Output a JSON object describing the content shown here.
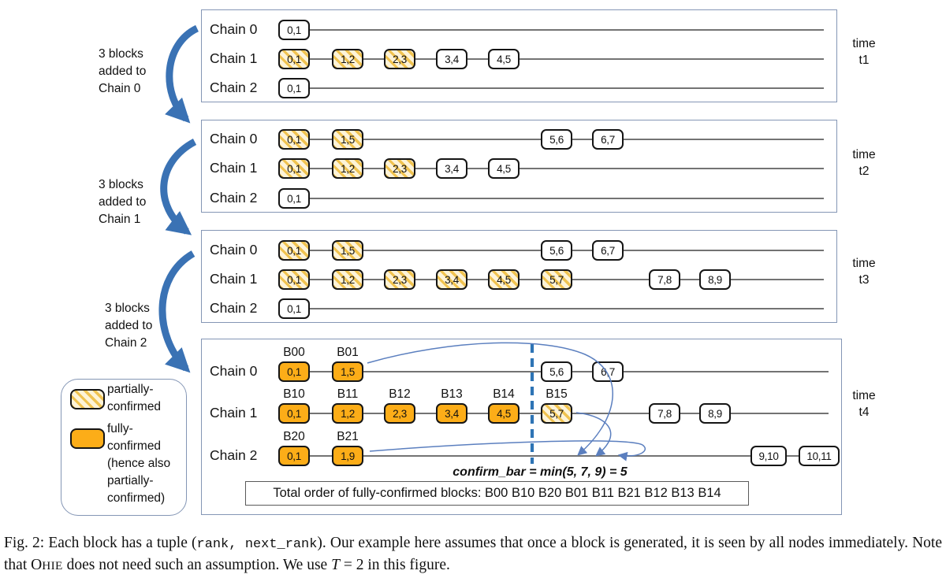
{
  "colors": {
    "solid_block": "#FCAD18",
    "hatch_stripe": "#F0C351",
    "hatch_bg": "#FDF3D8",
    "panel_border": "#8496B5",
    "arrow_blue": "#3A72B4",
    "thin_curve": "#5B7FBF",
    "dashed_line": "#2E74B5"
  },
  "figure": {
    "side_labels": [
      {
        "lines": [
          "3 blocks",
          "added to",
          "Chain 0"
        ]
      },
      {
        "lines": [
          "3 blocks",
          "added to",
          "Chain 1"
        ]
      },
      {
        "lines": [
          "3 blocks",
          "added to",
          "Chain 2"
        ]
      }
    ],
    "legend": {
      "items": [
        {
          "swatch": "partially-confirmed",
          "style": "hatched",
          "lines": [
            "partially-",
            "confirmed"
          ]
        },
        {
          "swatch": "fully-confirmed",
          "style": "solid",
          "lines": [
            "fully-",
            "confirmed",
            "(hence also",
            "partially-",
            "confirmed)"
          ]
        }
      ]
    },
    "panels": [
      {
        "id": "t1",
        "time_label": {
          "lines": [
            "time",
            "t1"
          ]
        },
        "chains": [
          {
            "label": "Chain 0",
            "blocks": [
              {
                "text": "0,1",
                "style": "plain",
                "col": 0
              }
            ]
          },
          {
            "label": "Chain 1",
            "blocks": [
              {
                "text": "0,1",
                "style": "hatched",
                "col": 0
              },
              {
                "text": "1,2",
                "style": "hatched",
                "col": 1
              },
              {
                "text": "2,3",
                "style": "hatched",
                "col": 2
              },
              {
                "text": "3,4",
                "style": "plain",
                "col": 3
              },
              {
                "text": "4,5",
                "style": "plain",
                "col": 4
              }
            ]
          },
          {
            "label": "Chain 2",
            "blocks": [
              {
                "text": "0,1",
                "style": "plain",
                "col": 0
              }
            ]
          }
        ]
      },
      {
        "id": "t2",
        "time_label": {
          "lines": [
            "time",
            "t2"
          ]
        },
        "chains": [
          {
            "label": "Chain 0",
            "blocks": [
              {
                "text": "0,1",
                "style": "hatched",
                "col": 0
              },
              {
                "text": "1,5",
                "style": "hatched",
                "col": 1
              },
              {
                "text": "5,6",
                "style": "plain",
                "col": 5
              },
              {
                "text": "6,7",
                "style": "plain",
                "col": 6
              }
            ]
          },
          {
            "label": "Chain 1",
            "blocks": [
              {
                "text": "0,1",
                "style": "hatched",
                "col": 0
              },
              {
                "text": "1,2",
                "style": "hatched",
                "col": 1
              },
              {
                "text": "2,3",
                "style": "hatched",
                "col": 2
              },
              {
                "text": "3,4",
                "style": "plain",
                "col": 3
              },
              {
                "text": "4,5",
                "style": "plain",
                "col": 4
              }
            ]
          },
          {
            "label": "Chain 2",
            "blocks": [
              {
                "text": "0,1",
                "style": "plain",
                "col": 0
              }
            ]
          }
        ]
      },
      {
        "id": "t3",
        "time_label": {
          "lines": [
            "time",
            "t3"
          ]
        },
        "chains": [
          {
            "label": "Chain 0",
            "blocks": [
              {
                "text": "0,1",
                "style": "hatched",
                "col": 0
              },
              {
                "text": "1,5",
                "style": "hatched",
                "col": 1
              },
              {
                "text": "5,6",
                "style": "plain",
                "col": 5
              },
              {
                "text": "6,7",
                "style": "plain",
                "col": 6
              }
            ]
          },
          {
            "label": "Chain 1",
            "blocks": [
              {
                "text": "0,1",
                "style": "hatched",
                "col": 0
              },
              {
                "text": "1,2",
                "style": "hatched",
                "col": 1
              },
              {
                "text": "2,3",
                "style": "hatched",
                "col": 2
              },
              {
                "text": "3,4",
                "style": "hatched",
                "col": 3
              },
              {
                "text": "4,5",
                "style": "hatched",
                "col": 4
              },
              {
                "text": "5,7",
                "style": "hatched",
                "col": 5
              },
              {
                "text": "7,8",
                "style": "plain",
                "col": 7
              },
              {
                "text": "8,9",
                "style": "plain",
                "col": 8
              }
            ]
          },
          {
            "label": "Chain 2",
            "blocks": [
              {
                "text": "0,1",
                "style": "plain",
                "col": 0
              }
            ]
          }
        ]
      },
      {
        "id": "t4",
        "time_label": {
          "lines": [
            "time",
            "t4"
          ]
        },
        "chains": [
          {
            "label": "Chain 0",
            "blocks": [
              {
                "text": "0,1",
                "style": "solid",
                "col": 0,
                "id": "B00"
              },
              {
                "text": "1,5",
                "style": "solid",
                "col": 1,
                "id": "B01"
              },
              {
                "text": "5,6",
                "style": "plain",
                "col": 5
              },
              {
                "text": "6,7",
                "style": "plain",
                "col": 6
              }
            ]
          },
          {
            "label": "Chain 1",
            "blocks": [
              {
                "text": "0,1",
                "style": "solid",
                "col": 0,
                "id": "B10"
              },
              {
                "text": "1,2",
                "style": "solid",
                "col": 1,
                "id": "B11"
              },
              {
                "text": "2,3",
                "style": "solid",
                "col": 2,
                "id": "B12"
              },
              {
                "text": "3,4",
                "style": "solid",
                "col": 3,
                "id": "B13"
              },
              {
                "text": "4,5",
                "style": "solid",
                "col": 4,
                "id": "B14"
              },
              {
                "text": "5,7",
                "style": "hatched",
                "col": 5,
                "id": "B15"
              },
              {
                "text": "7,8",
                "style": "plain",
                "col": 7
              },
              {
                "text": "8,9",
                "style": "plain",
                "col": 8
              }
            ]
          },
          {
            "label": "Chain 2",
            "blocks": [
              {
                "text": "0,1",
                "style": "solid",
                "col": 0,
                "id": "B20"
              },
              {
                "text": "1,9",
                "style": "solid",
                "col": 1,
                "id": "B21"
              },
              {
                "text": "9,10",
                "style": "plain",
                "col": 9
              },
              {
                "text": "10,11",
                "style": "plain",
                "col": 10
              }
            ]
          }
        ]
      }
    ],
    "confirm_text": "confirm_bar = min(5, 7, 9) = 5",
    "total_order": "Total order of fully-confirmed blocks: B00 B10 B20 B01 B11 B21 B12 B13 B14",
    "caption": {
      "segments": [
        {
          "text": "Fig. 2: Each block has a tuple (",
          "style": ""
        },
        {
          "text": "rank, next_rank",
          "style": "mono"
        },
        {
          "text": "). Our example here assumes that once a block is generated, it is seen by all nodes immediately. Note that O",
          "style": ""
        },
        {
          "text": "HIE",
          "style": "sc"
        },
        {
          "text": " does not need such an assumption. We use ",
          "style": ""
        },
        {
          "text": "T",
          "style": "it"
        },
        {
          "text": " = 2 in this figure.",
          "style": ""
        }
      ]
    }
  }
}
